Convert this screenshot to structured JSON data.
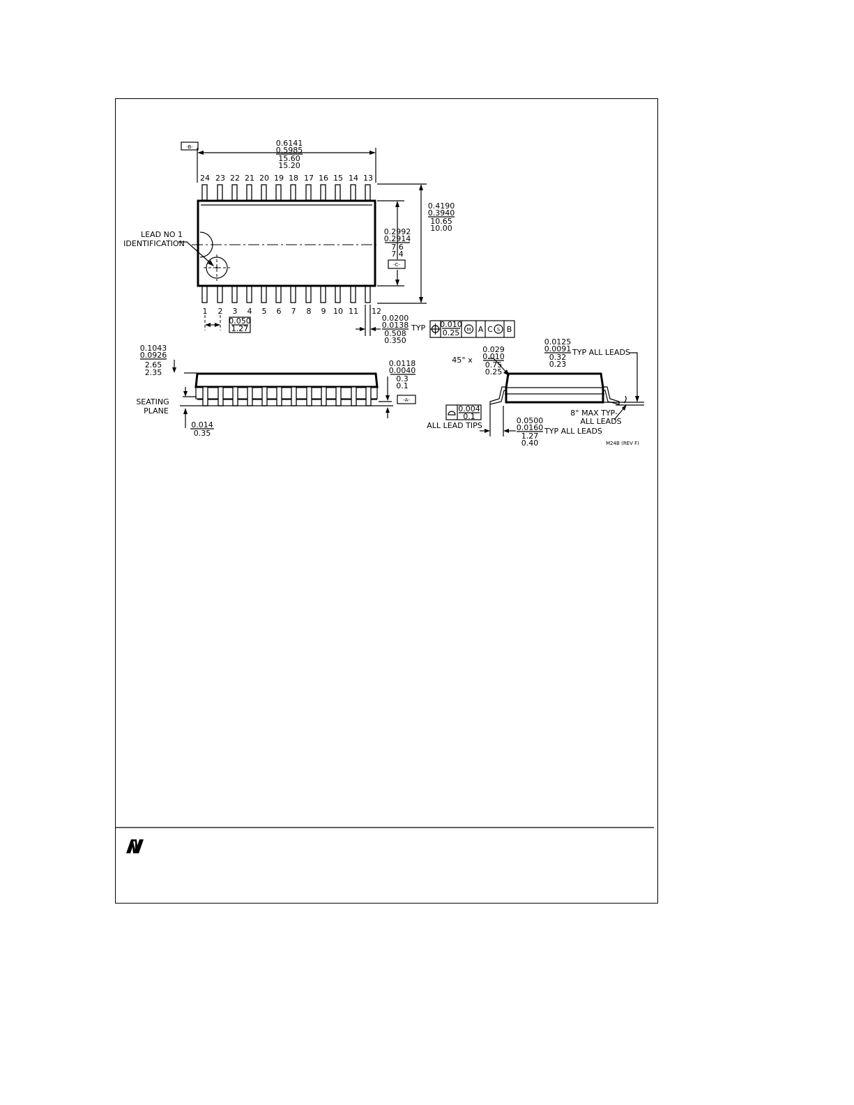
{
  "package": {
    "datum_b": "-B-",
    "datum_c": "-C-",
    "datum_a": "-A-",
    "length_dims": [
      "0.6141",
      "0.5985",
      "15.60",
      "15.20"
    ],
    "width_dims": [
      "0.4190",
      "0.3940",
      "10.65",
      "10.00"
    ],
    "body_width_dims": [
      "0.2992",
      "0.2914",
      "7.6",
      "7.4"
    ],
    "top_pins": [
      "24",
      "23",
      "22",
      "21",
      "20",
      "19",
      "18",
      "17",
      "16",
      "15",
      "14",
      "13"
    ],
    "bottom_pins": [
      "1",
      "2",
      "3",
      "4",
      "5",
      "6",
      "7",
      "8",
      "9",
      "10",
      "11",
      "12"
    ],
    "lead_id_line1": "LEAD NO 1",
    "lead_id_line2": "IDENTIFICATION",
    "pitch_dims": [
      "0.050",
      "1.27"
    ],
    "lead_width_dims": [
      "0.0200",
      "0.0138",
      "0.508",
      "0.350"
    ],
    "typ": "TYP",
    "tol_frame": {
      "top": "0.010",
      "bottom": "0.25",
      "m": "M",
      "a": "A",
      "c": "C",
      "s": "S",
      "b": "B"
    },
    "height_dims": [
      "0.1043",
      "0.0926",
      "2.65",
      "2.35"
    ],
    "standoff_dims": [
      "0.0118",
      "0.0040",
      "0.3",
      "0.1"
    ],
    "seating_line1": "SEATING",
    "seating_line2": "PLANE",
    "seating_dims": [
      "0.014",
      "0.35"
    ],
    "chamfer_prefix": "45° x",
    "chamfer_dims": [
      "0.029",
      "0.010",
      "0.75",
      "0.25"
    ],
    "lead_thick_dims": [
      "0.0125",
      "0.0091",
      "0.32",
      "0.23"
    ],
    "typ_all_leads": "TYP ALL LEADS",
    "angle_line1": "8° MAX TYP-",
    "angle_line2": "ALL LEADS",
    "coplan_dims": [
      "0.004",
      "0.1"
    ],
    "all_lead_tips": "ALL LEAD TIPS",
    "foot_dims": [
      "0.0500",
      "0.0160",
      "1.27",
      "0.40"
    ],
    "drawing_id": "M24B (REV F)"
  }
}
